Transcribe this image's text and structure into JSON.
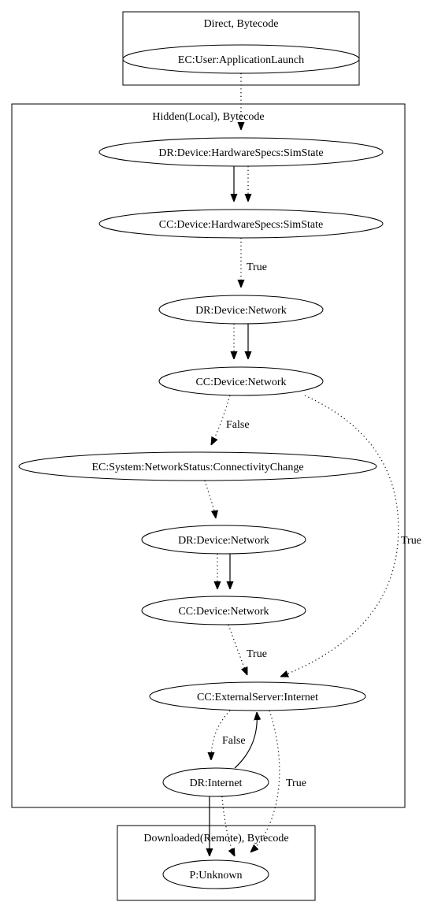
{
  "clusters": [
    {
      "id": "direct",
      "label": "Direct, Bytecode"
    },
    {
      "id": "hidden",
      "label": "Hidden(Local), Bytecode"
    },
    {
      "id": "downloaded",
      "label": "Downloaded(Remote), Bytecode"
    }
  ],
  "nodes": [
    {
      "id": "n1",
      "label": "EC:User:ApplicationLaunch",
      "cluster": "direct"
    },
    {
      "id": "n2",
      "label": "DR:Device:HardwareSpecs:SimState",
      "cluster": "hidden"
    },
    {
      "id": "n3",
      "label": "CC:Device:HardwareSpecs:SimState",
      "cluster": "hidden"
    },
    {
      "id": "n4",
      "label": "DR:Device:Network",
      "cluster": "hidden"
    },
    {
      "id": "n5",
      "label": "CC:Device:Network",
      "cluster": "hidden"
    },
    {
      "id": "n6",
      "label": "EC:System:NetworkStatus:ConnectivityChange",
      "cluster": "hidden"
    },
    {
      "id": "n7",
      "label": "DR:Device:Network",
      "cluster": "hidden"
    },
    {
      "id": "n8",
      "label": "CC:Device:Network",
      "cluster": "hidden"
    },
    {
      "id": "n9",
      "label": "CC:ExternalServer:Internet",
      "cluster": "hidden"
    },
    {
      "id": "n10",
      "label": "DR:Internet",
      "cluster": "hidden"
    },
    {
      "id": "n11",
      "label": "P:Unknown",
      "cluster": "downloaded"
    }
  ],
  "edges": [
    {
      "from": "n1",
      "to": "n2",
      "style": "dotted",
      "label": ""
    },
    {
      "from": "n2",
      "to": "n3",
      "style": "solid",
      "label": ""
    },
    {
      "from": "n2",
      "to": "n3",
      "style": "dotted",
      "label": ""
    },
    {
      "from": "n3",
      "to": "n4",
      "style": "dotted",
      "label": "True"
    },
    {
      "from": "n4",
      "to": "n5",
      "style": "dotted",
      "label": ""
    },
    {
      "from": "n4",
      "to": "n5",
      "style": "solid",
      "label": ""
    },
    {
      "from": "n5",
      "to": "n6",
      "style": "dotted",
      "label": "False"
    },
    {
      "from": "n5",
      "to": "n9",
      "style": "dotted",
      "label": "True"
    },
    {
      "from": "n6",
      "to": "n7",
      "style": "dotted",
      "label": ""
    },
    {
      "from": "n7",
      "to": "n8",
      "style": "dotted",
      "label": ""
    },
    {
      "from": "n7",
      "to": "n8",
      "style": "solid",
      "label": ""
    },
    {
      "from": "n8",
      "to": "n9",
      "style": "dotted",
      "label": "True"
    },
    {
      "from": "n9",
      "to": "n10",
      "style": "dotted",
      "label": "False"
    },
    {
      "from": "n10",
      "to": "n9",
      "style": "solid",
      "label": ""
    },
    {
      "from": "n9",
      "to": "n11",
      "style": "dotted",
      "label": "True"
    },
    {
      "from": "n10",
      "to": "n11",
      "style": "solid",
      "label": ""
    },
    {
      "from": "n10",
      "to": "n11",
      "style": "dotted",
      "label": ""
    }
  ]
}
